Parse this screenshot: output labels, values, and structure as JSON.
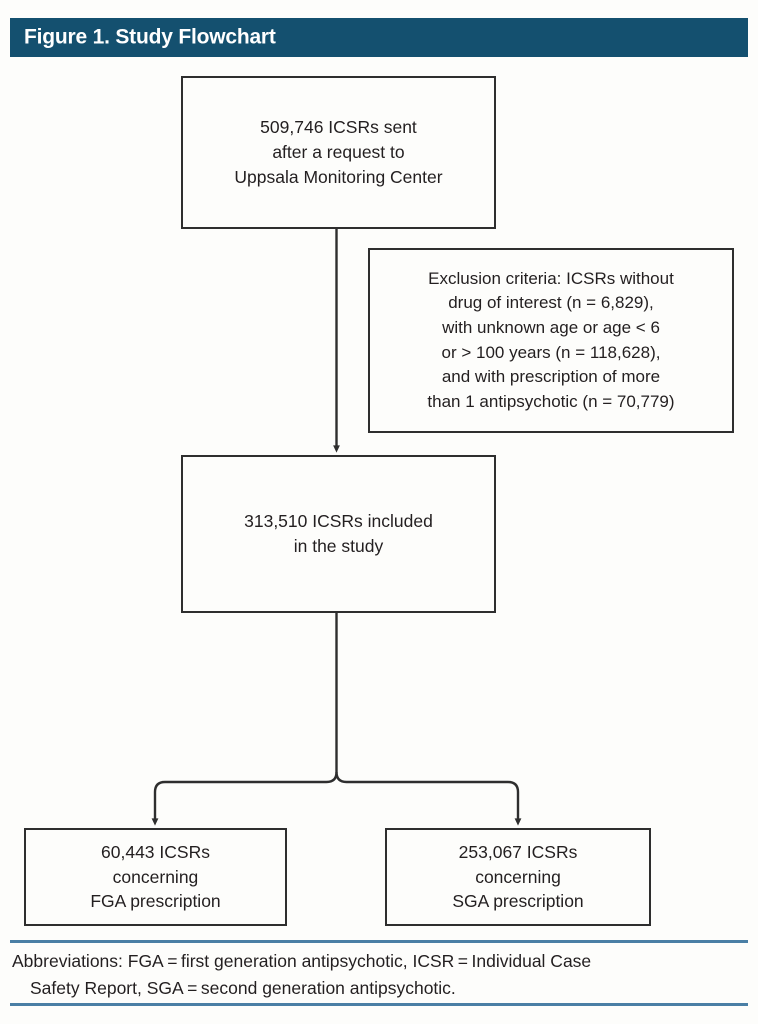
{
  "header": {
    "title": "Figure 1. Study Flowchart",
    "bar_color": "#14506f",
    "text_color": "#ffffff"
  },
  "chart_data": {
    "type": "diagram",
    "title": "Figure 1. Study Flowchart",
    "nodes": [
      {
        "id": "sent",
        "label": "509,746 ICSRs sent\nafter a request to\nUppsala Monitoring Center",
        "value": 509746,
        "role": "source"
      },
      {
        "id": "exclusion",
        "label": "Exclusion criteria: ICSRs without\ndrug of interest (n = 6,829),\nwith unknown age or age < 6\nor > 100 years (n = 118,628),\nand with prescription of more\nthan 1 antipsychotic (n = 70,779)",
        "role": "exclusion",
        "excluded": [
          {
            "reason": "without drug of interest",
            "n": 6829
          },
          {
            "reason": "unknown age or age < 6 or > 100 years",
            "n": 118628
          },
          {
            "reason": "prescription of more than 1 antipsychotic",
            "n": 70779
          }
        ]
      },
      {
        "id": "included",
        "label": "313,510 ICSRs included\nin the study",
        "value": 313510,
        "role": "included"
      },
      {
        "id": "fga",
        "label": "60,443 ICSRs\nconcerning\nFGA prescription",
        "value": 60443,
        "role": "outcome"
      },
      {
        "id": "sga",
        "label": "253,067 ICSRs\nconcerning\nSGA prescription",
        "value": 253067,
        "role": "outcome"
      }
    ],
    "edges": [
      {
        "from": "sent",
        "to": "included",
        "type": "arrow-down"
      },
      {
        "from": "included",
        "to": "fga",
        "type": "arrow-branch-left"
      },
      {
        "from": "included",
        "to": "sga",
        "type": "arrow-branch-right"
      }
    ],
    "line_color": "#2e2e2e",
    "box_border_color": "#2e2e2e",
    "background": "#fdfdfb"
  },
  "footer": {
    "line1": "Abbreviations: FGA = first generation antipsychotic, ICSR = Individual Case",
    "line2": "Safety Report, SGA = second generation antipsychotic.",
    "rule_color": "#4a7fa5"
  }
}
